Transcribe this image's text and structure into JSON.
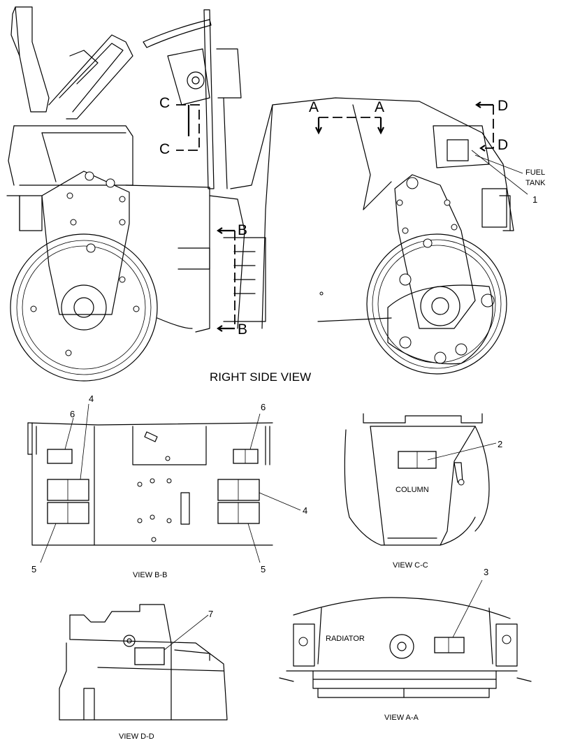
{
  "views": {
    "main_title": "RIGHT SIDE VIEW",
    "view_bb": "VIEW B-B",
    "view_cc": "VIEW C-C",
    "view_dd": "VIEW D-D",
    "view_aa": "VIEW A-A"
  },
  "section_markers": {
    "a": "A",
    "b": "B",
    "c": "C",
    "d": "D"
  },
  "component_labels": {
    "fuel": "FUEL",
    "tank": "TANK",
    "column": "COLUMN",
    "radiator": "RADIATOR"
  },
  "callouts": {
    "n1": "1",
    "n2": "2",
    "n3": "3",
    "n4": "4",
    "n5": "5",
    "n6": "6",
    "n7": "7"
  }
}
